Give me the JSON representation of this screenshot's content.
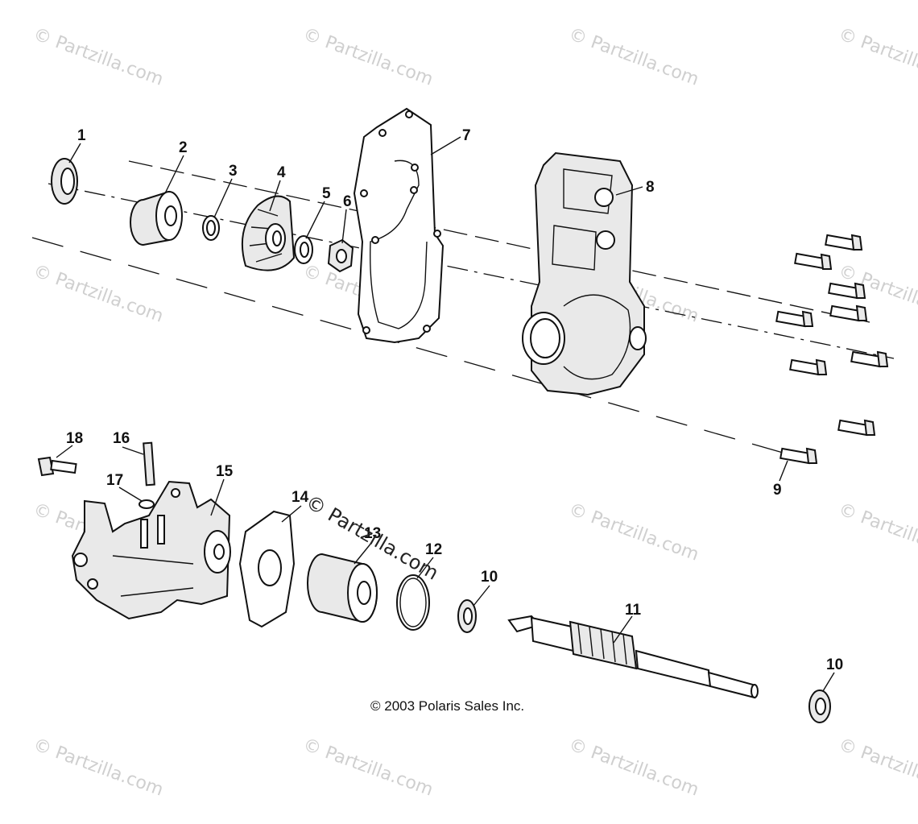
{
  "watermarks": {
    "text": "© Partzilla.com",
    "center_text": "© Partzilla.com"
  },
  "copyright": "© 2003 Polaris Sales Inc.",
  "callouts": {
    "c1": "1",
    "c2": "2",
    "c3": "3",
    "c4": "4",
    "c5": "5",
    "c6": "6",
    "c7": "7",
    "c8": "8",
    "c9": "9",
    "c10a": "10",
    "c10b": "10",
    "c11": "11",
    "c12": "12",
    "c13": "13",
    "c14": "14",
    "c15": "15",
    "c16": "16",
    "c17": "17",
    "c18": "18"
  }
}
